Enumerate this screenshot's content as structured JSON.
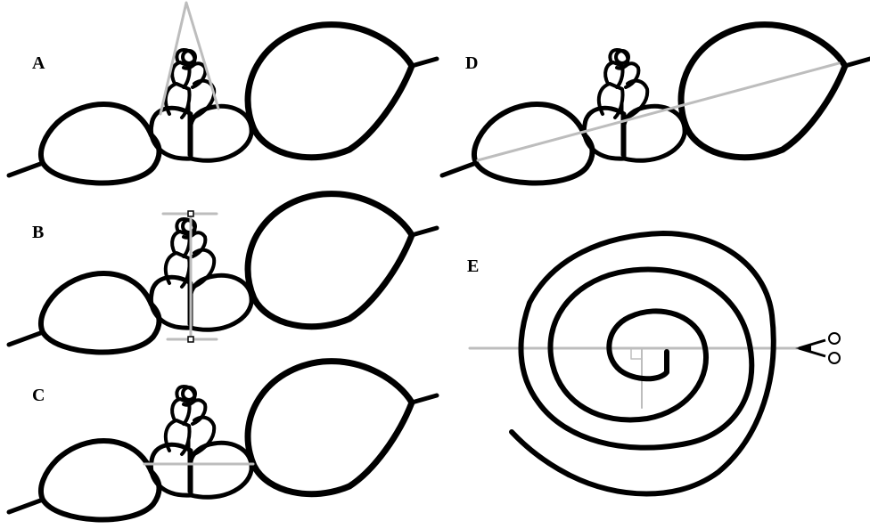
{
  "panels": [
    {
      "label": "A"
    },
    {
      "label": "B"
    },
    {
      "label": "C"
    },
    {
      "label": "D"
    },
    {
      "label": "E"
    }
  ],
  "colors": {
    "outline": "#000000",
    "guide": "#bdbdbd",
    "background": "#ffffff"
  },
  "icons": [
    "scissors-icon"
  ]
}
